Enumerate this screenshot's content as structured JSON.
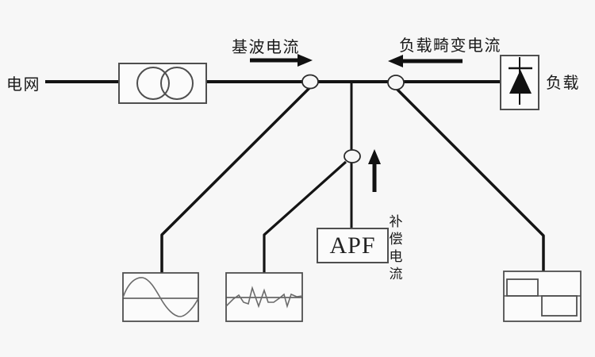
{
  "diagram": {
    "type": "schematic",
    "subject": "active-power-filter-system",
    "labels": {
      "grid": "电网",
      "fundamental_current": "基波电流",
      "load_distortion_current": "负载畸变电流",
      "load": "负载",
      "apf": "APF",
      "compensation_current": "补偿电流"
    },
    "flows": [
      {
        "name": "fundamental-current",
        "direction": "right"
      },
      {
        "name": "load-distortion-current",
        "direction": "left"
      },
      {
        "name": "compensation-current",
        "direction": "up"
      }
    ],
    "symbols": [
      {
        "name": "transformer-icon",
        "shape": "two overlapping circles in a rectangle"
      },
      {
        "name": "thyristor-icon",
        "shape": "filled upward triangle with cathode bar in a rectangle"
      },
      {
        "name": "current-sensor-icon",
        "shape": "small open circle on conductor",
        "count": 3
      },
      {
        "name": "sine-wave-icon",
        "shape": "one period sine wave over midline in a rectangle"
      },
      {
        "name": "distorted-wave-icon",
        "shape": "jagged distorted waveform over midline in a rectangle"
      },
      {
        "name": "square-wave-icon",
        "shape": "square wave half-cycles above and below midline in a rectangle"
      }
    ],
    "colors": {
      "background": "#f7f7f7",
      "conductor_line": "#141414",
      "box_border": "#4f4f4f",
      "waveform_stroke": "#6b6b6b",
      "symbol_fill": "#fbfbfb",
      "text": "#1a1a1a",
      "arrow": "#111111"
    }
  }
}
